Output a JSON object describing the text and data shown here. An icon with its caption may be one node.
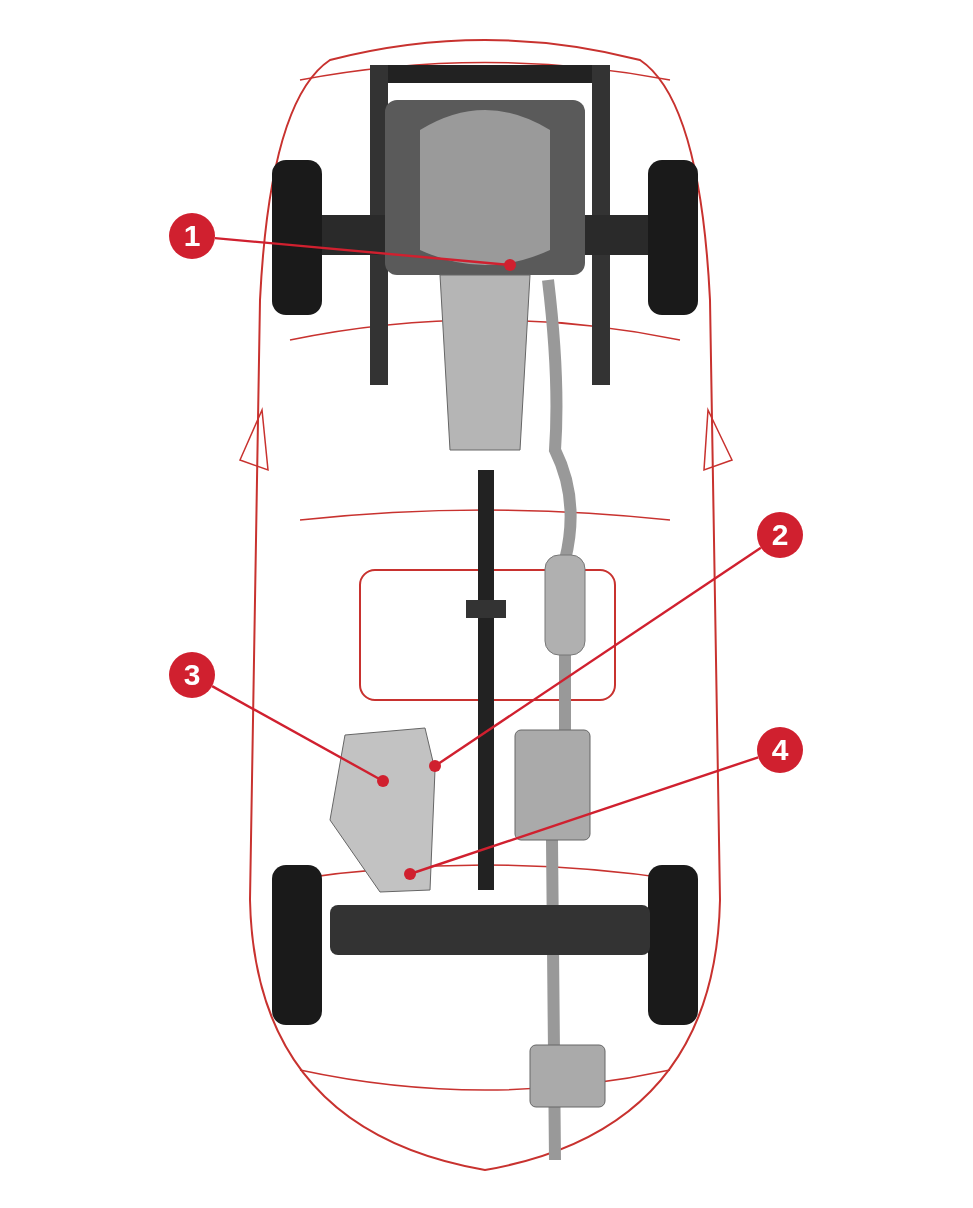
{
  "diagram": {
    "nodes": [
      {
        "text": [
          "1"
        ]
      },
      {
        "text": [
          "2"
        ]
      },
      {
        "text": [
          "3"
        ]
      },
      {
        "text": [
          "4"
        ]
      }
    ],
    "edges": [
      {
        "from": 0,
        "to": null,
        "arrow": "other"
      },
      {
        "from": 1,
        "to": null,
        "arrow": "other"
      },
      {
        "from": 2,
        "to": null,
        "arrow": "other"
      },
      {
        "from": 3,
        "to": null,
        "arrow": "other"
      }
    ]
  }
}
